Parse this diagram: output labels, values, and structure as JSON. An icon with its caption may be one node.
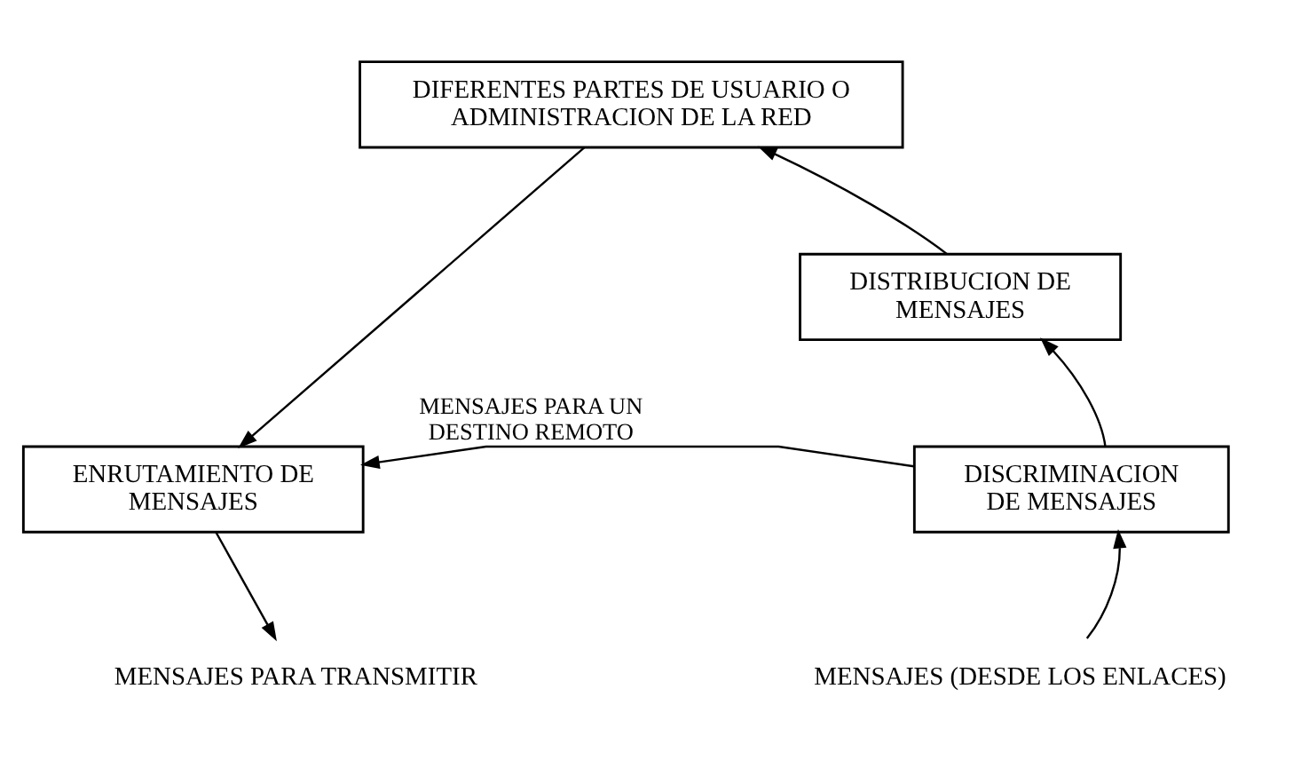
{
  "diagram": {
    "nodes": [
      {
        "text": [
          "DIFERENTES PARTES DE USUARIO O ADMINISTRACION DE LA RED"
        ]
      },
      {
        "text": [
          "DISTRIBUCION DE MENSAJES"
        ]
      },
      {
        "text": [
          "ENRUTAMIENTO DE MENSAJES"
        ]
      },
      {
        "text": [
          "DISCRIMINACION DE MENSAJES"
        ]
      },
      {
        "text": [
          "MENSAJES PARA TRANSMITIR"
        ]
      },
      {
        "text": [
          "MENSAJES (DESDE LOS ENLACES)"
        ]
      }
    ],
    "edges": [
      {
        "from": 0,
        "to": 2,
        "arrow": "to"
      },
      {
        "from": 3,
        "to": 1,
        "arrow": "to"
      },
      {
        "from": 1,
        "to": 0,
        "arrow": "to"
      },
      {
        "from": 3,
        "to": 2,
        "arrow": "to",
        "label": "MENSAJES PARA UN DESTINO REMOTO"
      },
      {
        "from": 2,
        "to": 4,
        "arrow": "to"
      },
      {
        "from": 5,
        "to": 3,
        "arrow": "to"
      }
    ]
  }
}
